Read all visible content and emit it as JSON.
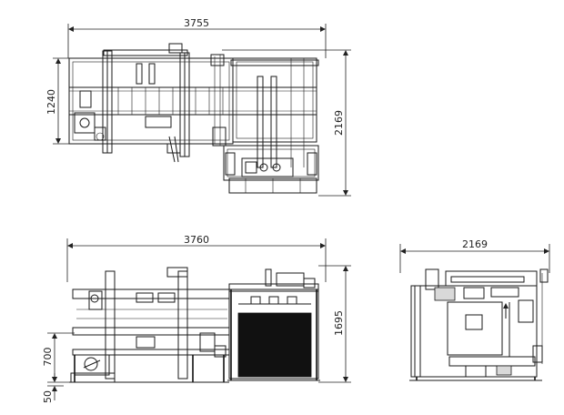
{
  "views": {
    "top": {
      "dim_length": "3755",
      "dim_width_left": "1240",
      "dim_width_total": "2169"
    },
    "front": {
      "dim_length": "3760",
      "dim_height": "1695",
      "dim_table_height": "700",
      "dim_foot": "50"
    },
    "side": {
      "dim_width": "2169"
    }
  }
}
